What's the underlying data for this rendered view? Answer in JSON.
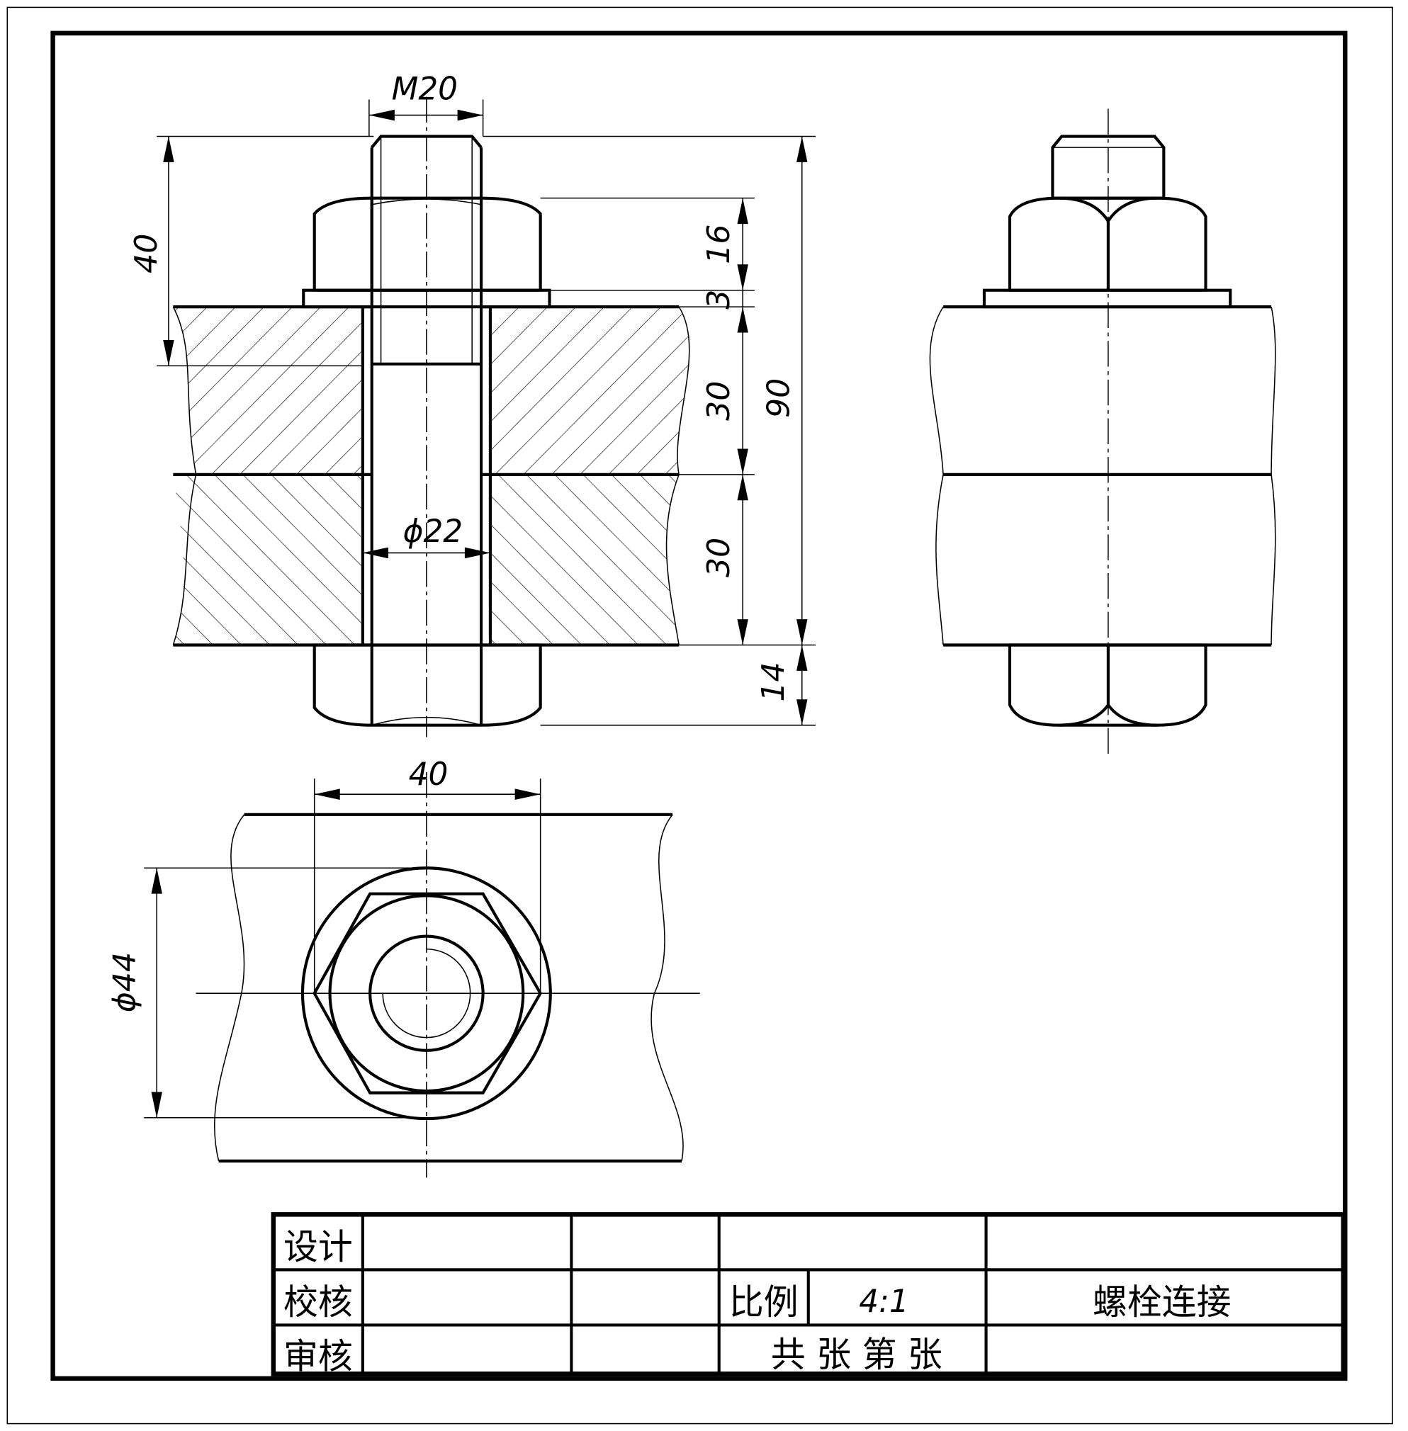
{
  "drawing": {
    "dimensions": {
      "thread": "M20",
      "bolt_length_top": "40",
      "nut_height": "16",
      "washer_thickness": "3",
      "plate1_thickness": "30",
      "plate2_thickness": "30",
      "total_length": "90",
      "head_height": "14",
      "hole_diameter": "ϕ22",
      "nut_width": "40",
      "washer_diameter": "ϕ44"
    }
  },
  "title_block": {
    "designer_label": "设计",
    "checker_label": "校核",
    "approver_label": "审核",
    "scale_label": "比例",
    "scale_value": "4:1",
    "sheets_label": "共 张 第 张",
    "drawing_title": "螺栓连接"
  }
}
